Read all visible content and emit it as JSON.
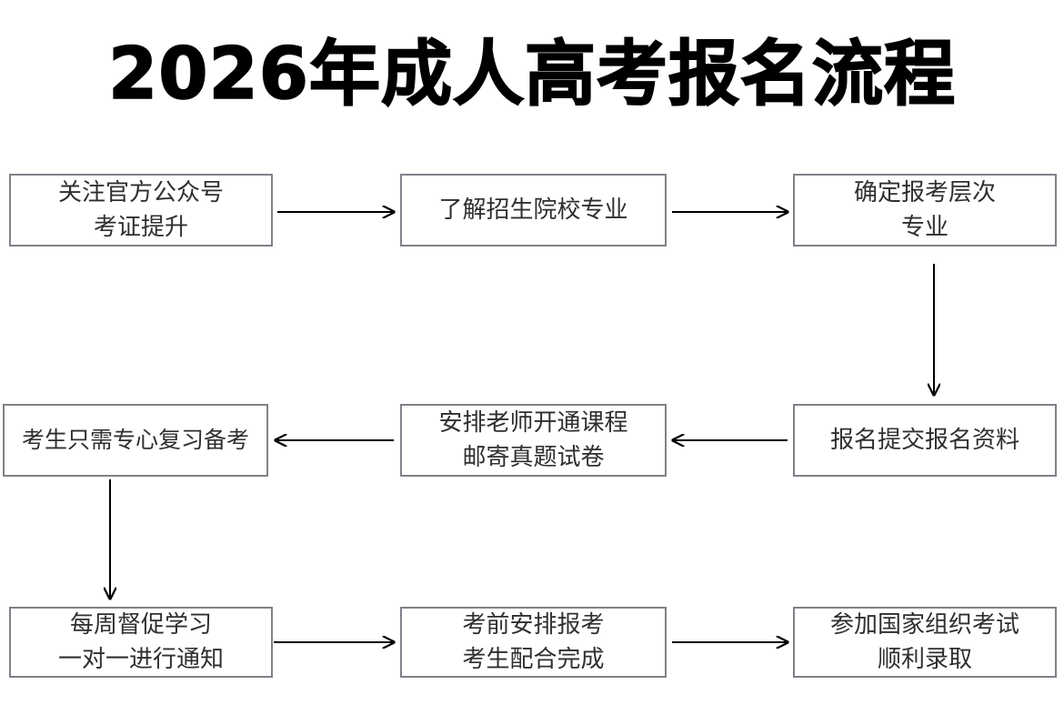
{
  "page": {
    "title": "2026年成人高考报名流程",
    "background_color": "#ffffff",
    "box_border_color": "#7e8289",
    "text_color": "#2f2f2f",
    "arrow_color": "#000000"
  },
  "chart_data": {
    "type": "diagram",
    "diagram_kind": "flowchart",
    "title": "2026年成人高考报名流程",
    "layout": "3 columns x 3 rows, serpentine (left-to-right, down, right-to-left, down, left-to-right)",
    "nodes": [
      {
        "id": "n1",
        "order": 1,
        "lines": [
          "关注官方公众号",
          "考证提升"
        ],
        "row": 1,
        "col": 1
      },
      {
        "id": "n2",
        "order": 2,
        "lines": [
          "了解招生院校专业"
        ],
        "row": 1,
        "col": 2
      },
      {
        "id": "n3",
        "order": 3,
        "lines": [
          "确定报考层次",
          "专业"
        ],
        "row": 1,
        "col": 3
      },
      {
        "id": "n4",
        "order": 4,
        "lines": [
          "报名提交报名资料"
        ],
        "row": 2,
        "col": 3
      },
      {
        "id": "n5",
        "order": 5,
        "lines": [
          "安排老师开通课程",
          "邮寄真题试卷"
        ],
        "row": 2,
        "col": 2
      },
      {
        "id": "n6",
        "order": 6,
        "lines": [
          "考生只需专心复习备考"
        ],
        "row": 2,
        "col": 1
      },
      {
        "id": "n7",
        "order": 7,
        "lines": [
          "每周督促学习",
          "一对一进行通知"
        ],
        "row": 3,
        "col": 1
      },
      {
        "id": "n8",
        "order": 8,
        "lines": [
          "考前安排报考",
          "考生配合完成"
        ],
        "row": 3,
        "col": 2
      },
      {
        "id": "n9",
        "order": 9,
        "lines": [
          "参加国家组织考试",
          "顺利录取"
        ],
        "row": 3,
        "col": 3
      }
    ],
    "edges": [
      {
        "from": "n1",
        "to": "n2",
        "direction": "right"
      },
      {
        "from": "n2",
        "to": "n3",
        "direction": "right"
      },
      {
        "from": "n3",
        "to": "n4",
        "direction": "down"
      },
      {
        "from": "n4",
        "to": "n5",
        "direction": "left"
      },
      {
        "from": "n5",
        "to": "n6",
        "direction": "left"
      },
      {
        "from": "n6",
        "to": "n7",
        "direction": "down"
      },
      {
        "from": "n7",
        "to": "n8",
        "direction": "right"
      },
      {
        "from": "n8",
        "to": "n9",
        "direction": "right"
      }
    ]
  },
  "nodes": {
    "n1": {
      "line1": "关注官方公众号",
      "line2": "考证提升"
    },
    "n2": {
      "line1": "了解招生院校专业"
    },
    "n3": {
      "line1": "确定报考层次",
      "line2": "专业"
    },
    "n4": {
      "line1": "报名提交报名资料"
    },
    "n5": {
      "line1": "安排老师开通课程",
      "line2": "邮寄真题试卷"
    },
    "n6": {
      "line1": "考生只需专心复习备考"
    },
    "n7": {
      "line1": "每周督促学习",
      "line2": "一对一进行通知"
    },
    "n8": {
      "line1": "考前安排报考",
      "line2": "考生配合完成"
    },
    "n9": {
      "line1": "参加国家组织考试",
      "line2": "顺利录取"
    }
  }
}
